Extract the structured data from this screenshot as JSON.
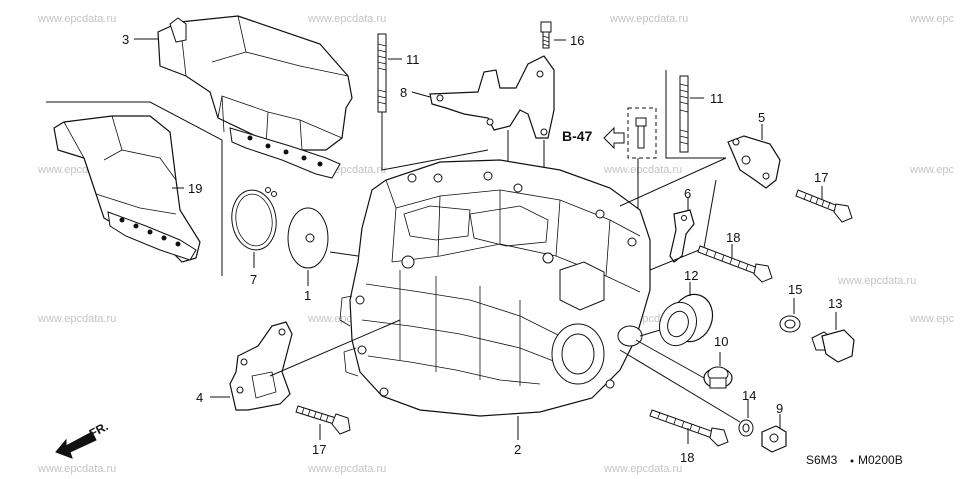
{
  "watermark": {
    "text": "www.epcdata.ru",
    "text_cut": "www.epc"
  },
  "callouts": [
    "1",
    "2",
    "3",
    "4",
    "5",
    "6",
    "7",
    "8",
    "9",
    "10",
    "11",
    "11",
    "12",
    "13",
    "14",
    "15",
    "16",
    "17",
    "17",
    "18",
    "18",
    "19"
  ],
  "reference": {
    "label": "B-47"
  },
  "direction": {
    "label": "FR."
  },
  "footer": {
    "model_code": "S6M3",
    "diagram_code": "M0200B"
  }
}
